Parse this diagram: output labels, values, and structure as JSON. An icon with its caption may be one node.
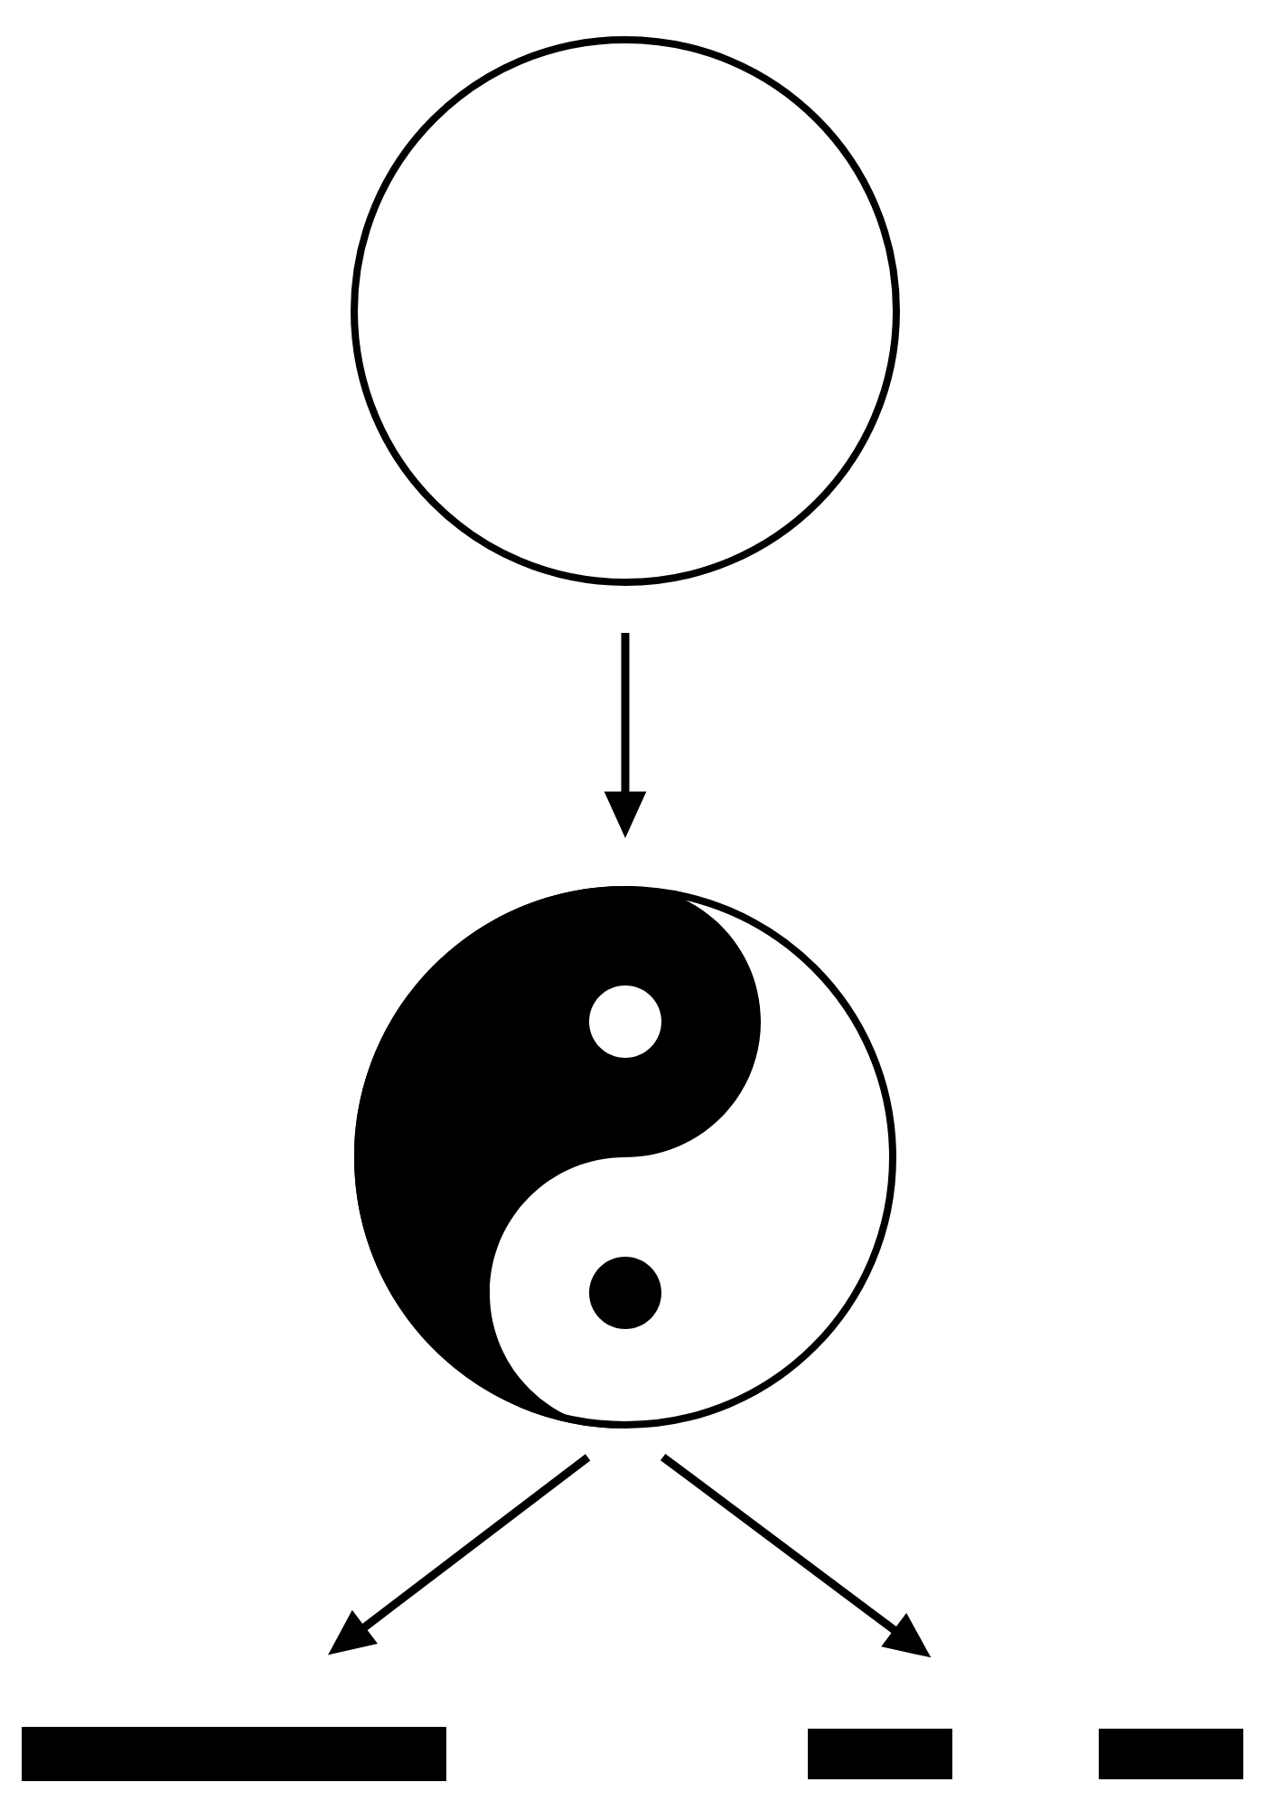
{
  "diagram": {
    "nodes": [
      {
        "text": [],
        "shape": "circle"
      },
      {
        "text": [],
        "shape": "picture"
      },
      {
        "text": [],
        "shape": "bar"
      },
      {
        "text": [],
        "shape": "bar"
      }
    ],
    "edges": [
      {
        "from": 0,
        "to": 1,
        "arrow": "to"
      },
      {
        "from": 1,
        "to": 2,
        "arrow": "to"
      },
      {
        "from": 1,
        "to": 3,
        "arrow": "to"
      }
    ]
  }
}
